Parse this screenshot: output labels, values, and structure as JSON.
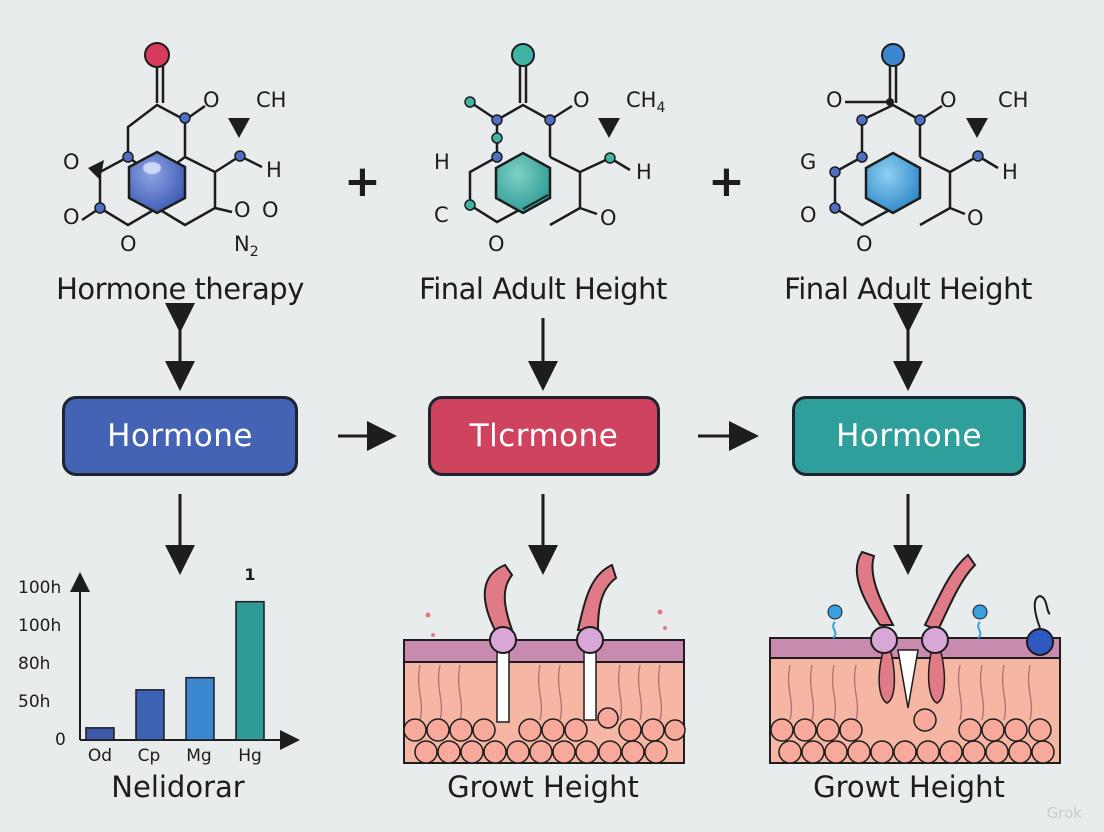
{
  "operators": {
    "plus1": "+",
    "plus2": "+"
  },
  "panels": [
    {
      "molecule_label": "Hormone therapy",
      "atoms": {
        "top_right": "O",
        "methyl": "CH",
        "left": "O",
        "bottom_left": "O",
        "bottom_mid": "O",
        "right_h": "H",
        "bottom_right": "O",
        "n": "N",
        "n_sub": "2"
      },
      "box_label": "Hormone",
      "box_color": "#4563b4",
      "bottom_label": "Nelidorar"
    },
    {
      "molecule_label": "Final Adult Height",
      "atoms": {
        "top_right": "O",
        "methyl": "CH",
        "methyl_sub": "4",
        "left_h": "H",
        "bottom_left": "C",
        "bottom_mid": "O",
        "right_h": "H",
        "bottom_right": "O"
      },
      "box_label": "Tlcrmone",
      "box_color": "#d0435e",
      "bottom_label": "Growt Height"
    },
    {
      "molecule_label": "Final Adult Height",
      "atoms": {
        "top_left": "O",
        "top_right": "O",
        "methyl": "CH",
        "left_g": "G",
        "bottom_left": "O",
        "bottom_mid": "O",
        "right_h": "H",
        "bottom_right": "O"
      },
      "box_label": "Hormone",
      "box_color": "#2f9f9b",
      "bottom_label": "Growt Height"
    }
  ],
  "chart_data": {
    "type": "bar",
    "categories": [
      "Od",
      "Cp",
      "Mg",
      "Hg"
    ],
    "values": [
      8,
      33,
      41,
      91
    ],
    "y_tick_labels": [
      "0",
      "50h",
      "80h",
      "100h",
      "100h"
    ],
    "bar_annotation": "1",
    "colors": [
      "#3e5aa8",
      "#3d62b5",
      "#3a86cf",
      "#2f9a96"
    ],
    "ylim": [
      0,
      100
    ]
  },
  "watermark": "Grok"
}
